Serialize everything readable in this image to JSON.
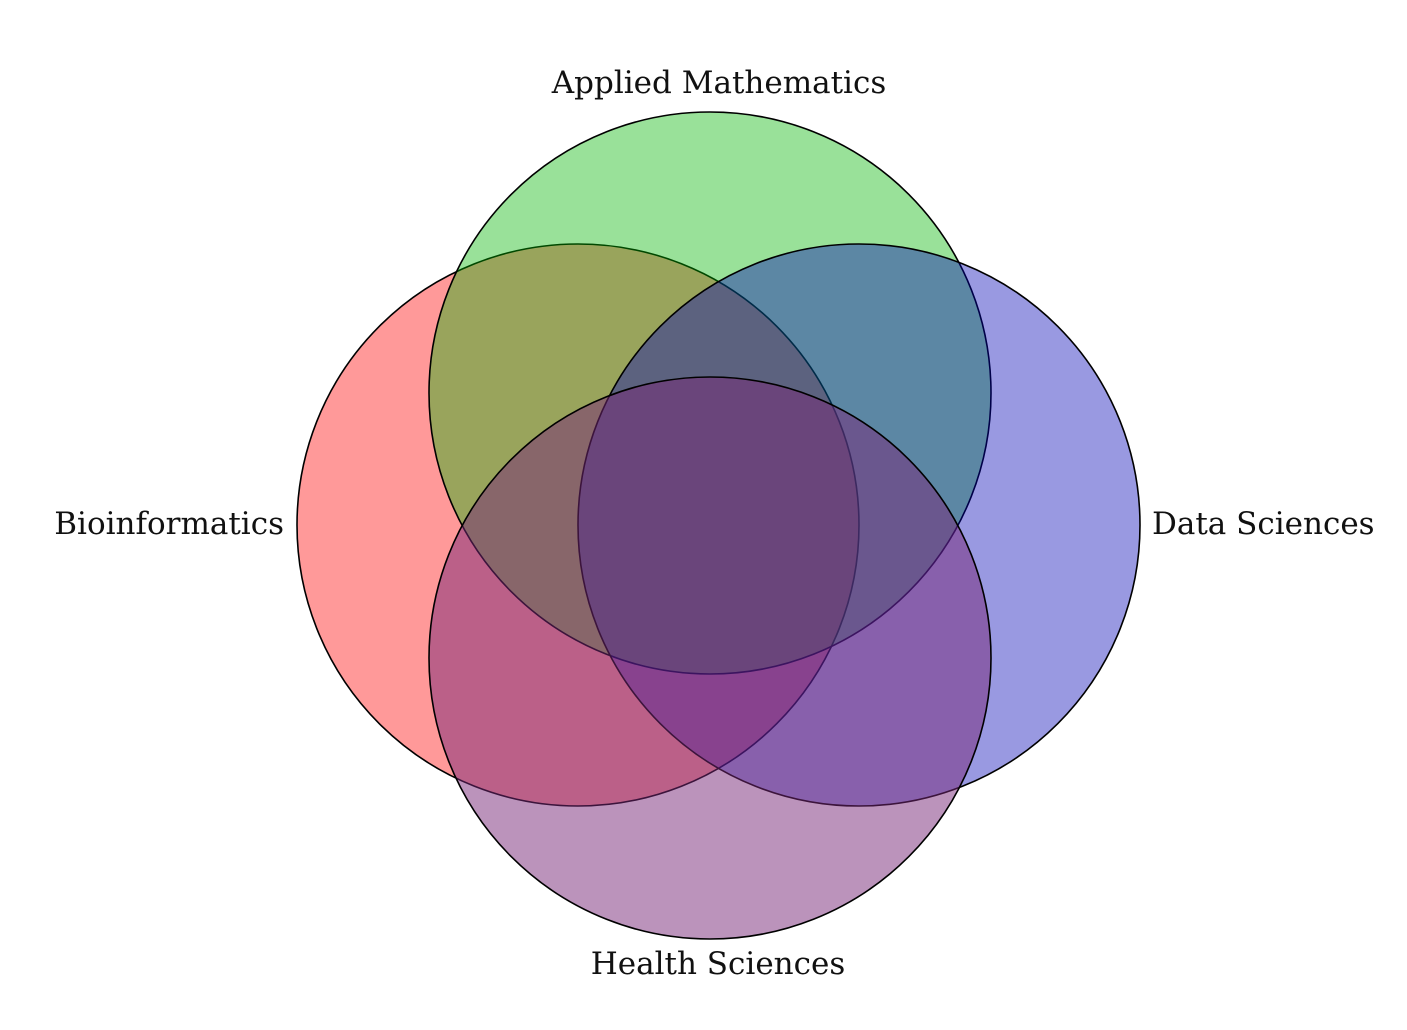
{
  "diagram": {
    "type": "venn",
    "sets": [
      {
        "id": "bioinformatics",
        "label": "Bioinformatics",
        "color": "#ff0000"
      },
      {
        "id": "applied-mathematics",
        "label": "Applied Mathematics",
        "color": "#00b400"
      },
      {
        "id": "data-sciences",
        "label": "Data Sciences",
        "color": "#0000b4"
      },
      {
        "id": "health-sciences",
        "label": "Health Sciences",
        "color": "#782878"
      }
    ]
  }
}
